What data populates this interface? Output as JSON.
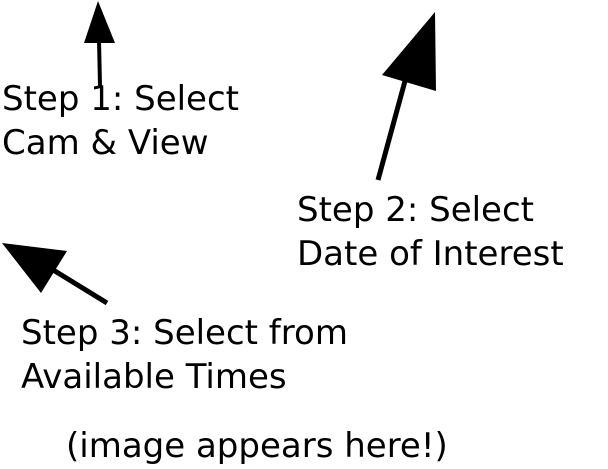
{
  "steps": [
    {
      "line1": "Step 1: Select",
      "line2": "Cam & View"
    },
    {
      "line1": "Step 2: Select",
      "line2": "Date of Interest"
    },
    {
      "line1": "Step 3: Select from",
      "line2": "Available Times"
    }
  ],
  "note": "(image appears here!)",
  "colors": {
    "ink": "#000000",
    "background": "#ffffff"
  }
}
